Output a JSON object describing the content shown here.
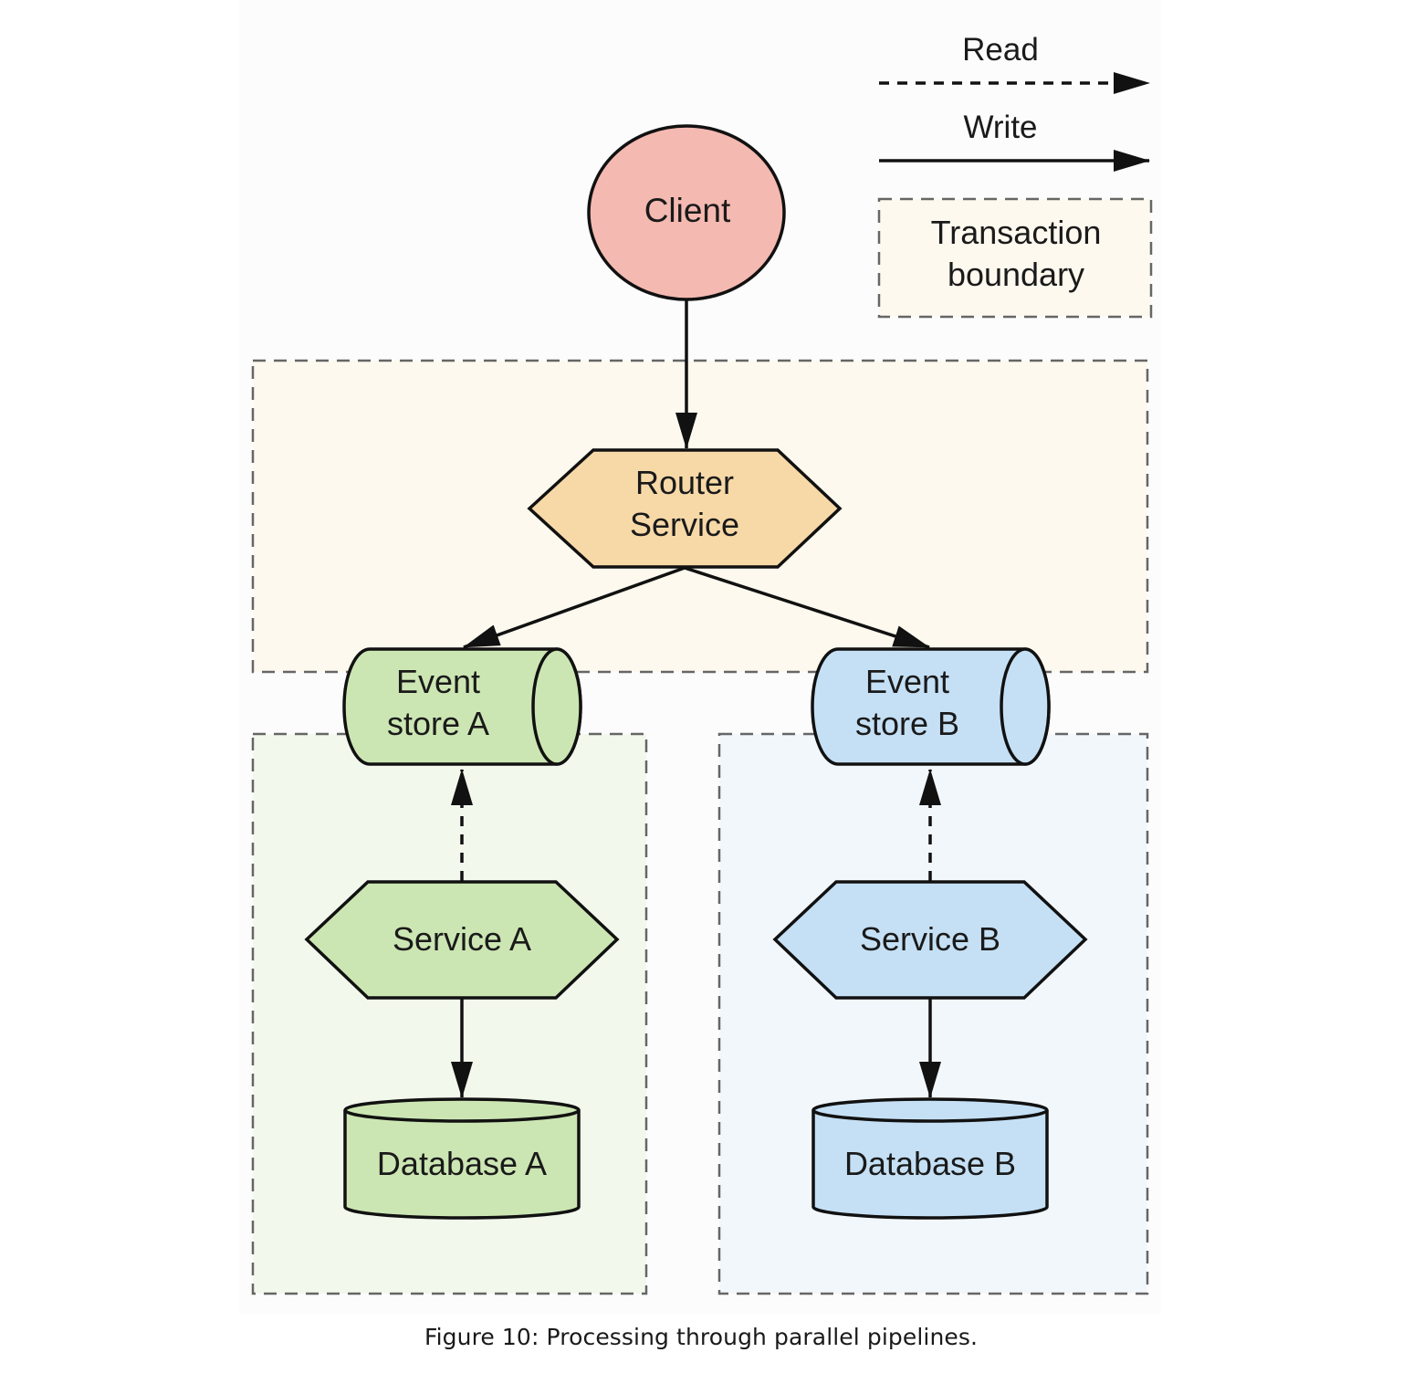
{
  "legend": {
    "read_label": "Read",
    "write_label": "Write",
    "transaction_label_line1": "Transaction",
    "transaction_label_line2": "boundary"
  },
  "nodes": {
    "client": "Client",
    "router_line1": "Router",
    "router_line2": "Service",
    "event_store_a_line1": "Event",
    "event_store_a_line2": "store A",
    "event_store_b_line1": "Event",
    "event_store_b_line2": "store B",
    "service_a": "Service A",
    "service_b": "Service B",
    "database_a": "Database A",
    "database_b": "Database B"
  },
  "colors": {
    "client_fill": "#f4b9b1",
    "router_fill": "#f7d9a8",
    "green_fill": "#cce6b3",
    "blue_fill": "#c5e0f5",
    "boundary_router_fill": "#fdf9ee",
    "boundary_a_fill": "#f2f8ec",
    "boundary_b_fill": "#f2f7fc",
    "stroke": "#111111",
    "boundary_stroke": "#666666"
  },
  "caption": "Figure 10: Processing through parallel pipelines."
}
